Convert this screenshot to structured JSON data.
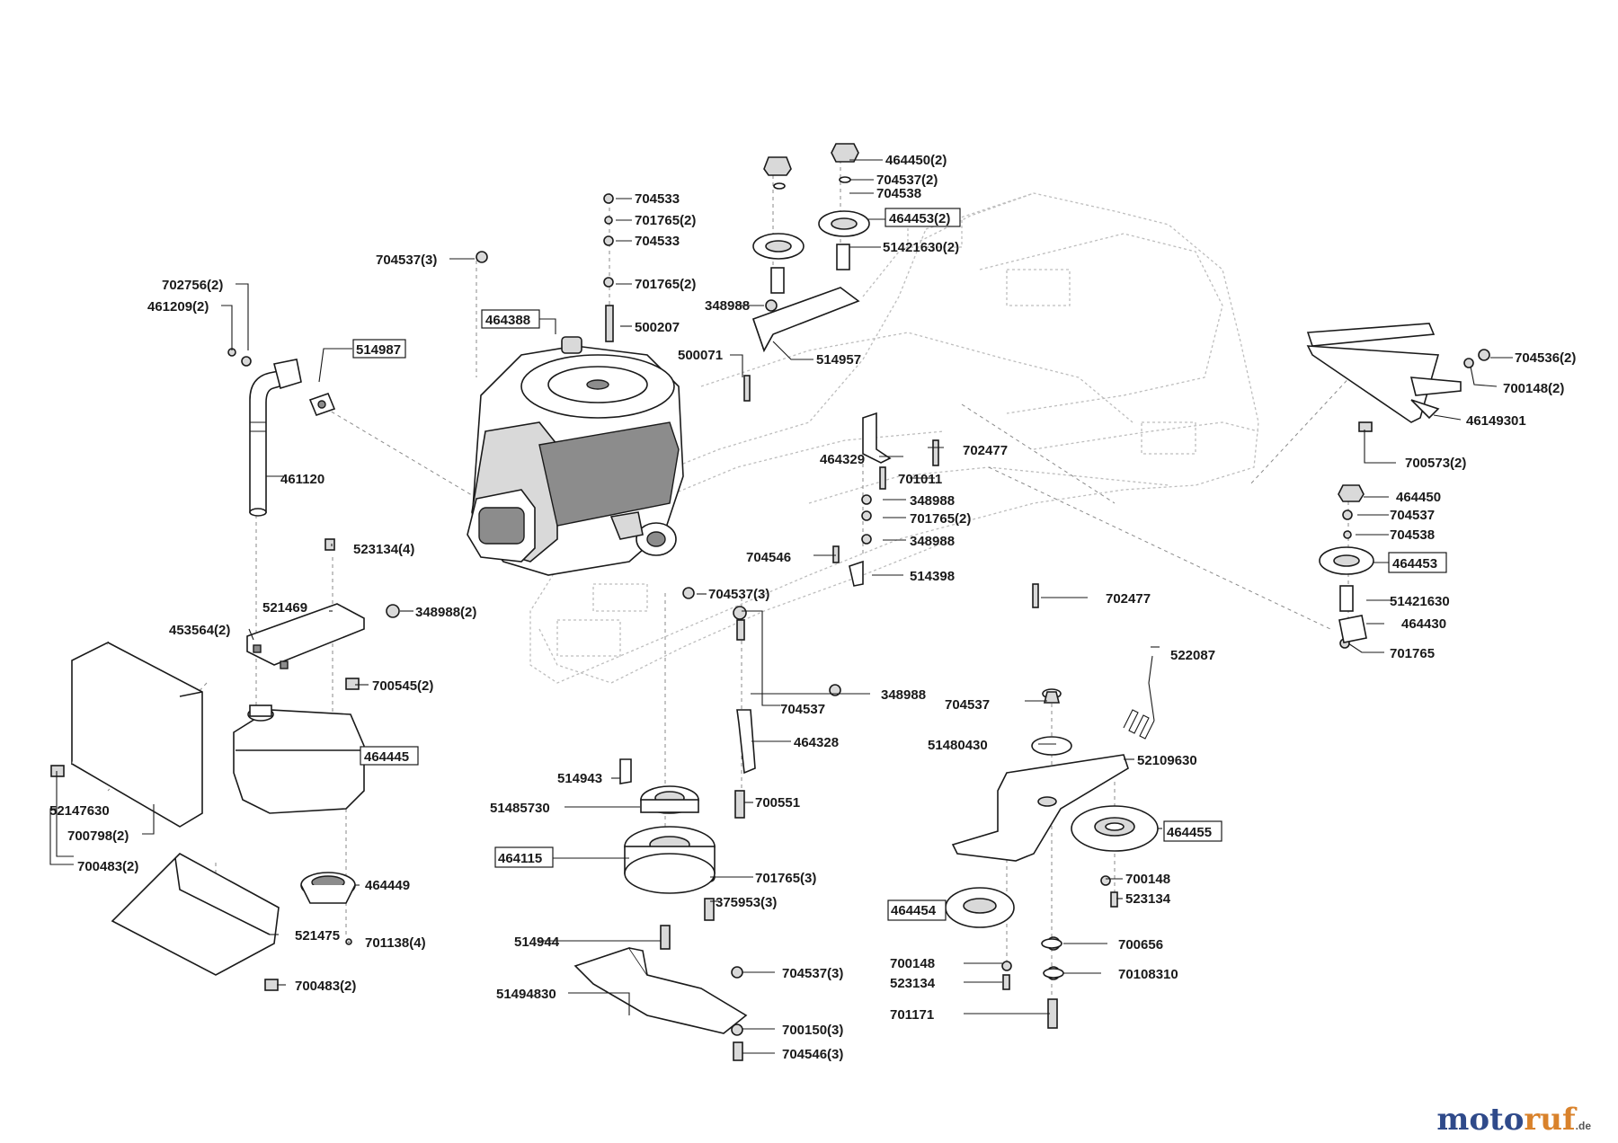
{
  "labels": {
    "l_464450_2": "464450(2)",
    "l_704537_2": "704537(2)",
    "l_704538_top": "704538",
    "l_464453_2": "464453(2)",
    "l_51421630_2": "51421630(2)",
    "l_704533_a": "704533",
    "l_701765_2_a": "701765(2)",
    "l_704533_b": "704533",
    "l_701765_2_b": "701765(2)",
    "l_704537_3_top": "704537(3)",
    "l_702756_2": "702756(2)",
    "l_461209_2": "461209(2)",
    "l_514987": "514987",
    "l_464388": "464388",
    "l_500207": "500207",
    "l_348988_top": "348988",
    "l_500071": "500071",
    "l_514957": "514957",
    "l_704536_2": "704536(2)",
    "l_700148_2": "700148(2)",
    "l_46149301": "46149301",
    "l_700573_2": "700573(2)",
    "l_461120": "461120",
    "l_464329": "464329",
    "l_702477_a": "702477",
    "l_701011": "701011",
    "l_348988_b": "348988",
    "l_701765_2_c": "701765(2)",
    "l_348988_c": "348988",
    "l_464450": "464450",
    "l_704537_r": "704537",
    "l_704538_r": "704538",
    "l_464453": "464453",
    "l_523134_4": "523134(4)",
    "l_704546": "704546",
    "l_514398": "514398",
    "l_51421630": "51421630",
    "l_464430": "464430",
    "l_701765_r": "701765",
    "l_521469": "521469",
    "l_348988_2": "348988(2)",
    "l_453564_2": "453564(2)",
    "l_704537_3_mid": "704537(3)",
    "l_702477_b": "702477",
    "l_700545_2": "700545(2)",
    "l_522087": "522087",
    "l_348988_d": "348988",
    "l_704537_m": "704537",
    "l_704537_n": "704537",
    "l_464445": "464445",
    "l_51480430": "51480430",
    "l_464328": "464328",
    "l_52109630": "52109630",
    "l_514943": "514943",
    "l_51485730": "51485730",
    "l_700551": "700551",
    "l_52147630": "52147630",
    "l_700798_2": "700798(2)",
    "l_464455": "464455",
    "l_700483_2_a": "700483(2)",
    "l_464115": "464115",
    "l_701765_3": "701765(3)",
    "l_700148_a": "700148",
    "l_464449": "464449",
    "l_375953_3": "375953(3)",
    "l_523134_a": "523134",
    "l_464454": "464454",
    "l_514944": "514944",
    "l_521475": "521475",
    "l_701138_4": "701138(4)",
    "l_700656": "700656",
    "l_700148_b": "700148",
    "l_704537_3_bot": "704537(3)",
    "l_70108310": "70108310",
    "l_523134_b": "523134",
    "l_700483_2_b": "700483(2)",
    "l_51494830": "51494830",
    "l_700150_3": "700150(3)",
    "l_701171": "701171",
    "l_704546_3": "704546(3)"
  },
  "logo": {
    "part1": "moto",
    "part2": "ruf",
    "tld": ".de"
  }
}
